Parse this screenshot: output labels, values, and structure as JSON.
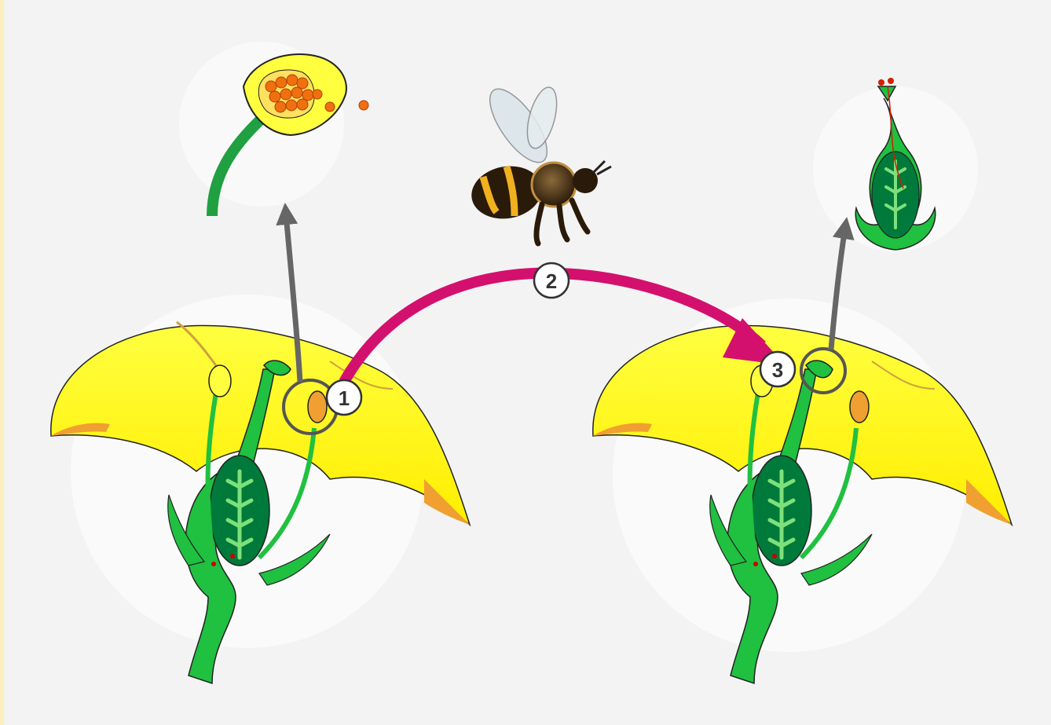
{
  "steps": [
    {
      "number": "1"
    },
    {
      "number": "2"
    },
    {
      "number": "3"
    }
  ],
  "colors": {
    "background": "#f3f3f3",
    "petal": "#ffff00",
    "petal_edge": "#e0a020",
    "petal_tip": "#f0a030",
    "green": "#20b040",
    "dark_green": "#007a3a",
    "pollen": "#f07010",
    "transfer_arrow": "#d4106e",
    "zoom_arrow": "#666666",
    "ring": "#555555"
  },
  "icons": [
    "flower-illustration",
    "anther-closeup-illustration",
    "pistil-closeup-illustration",
    "bee-illustration"
  ]
}
